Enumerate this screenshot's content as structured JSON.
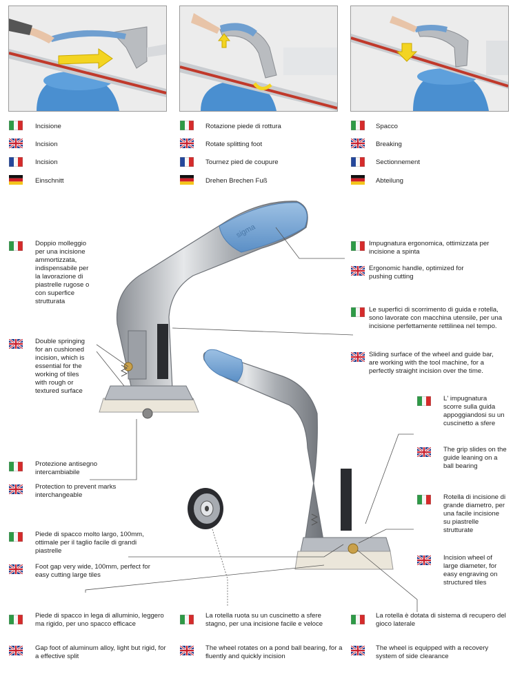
{
  "steps": [
    {
      "image_icon": "scoring-step-photo",
      "labels": {
        "it": "Incisione",
        "en": "Incision",
        "fr": "Incision",
        "de": "Einschnitt"
      }
    },
    {
      "image_icon": "rotate-foot-step-photo",
      "labels": {
        "it": "Rotazione piede di rottura",
        "en": "Rotate splitting foot",
        "fr": "Tournez pied de coupure",
        "de": "Drehen Brechen Fuß"
      }
    },
    {
      "image_icon": "breaking-step-photo",
      "labels": {
        "it": "Spacco",
        "en": "Breaking",
        "fr": "Sectionnement",
        "de": "Abteilung"
      }
    }
  ],
  "features": {
    "double_spring": {
      "it": "Doppio molleggio per una incisione ammortizzata, indispensabile per la lavorazione di piastrelle rugose o con superfice strutturata",
      "en": "Double springing for an cushioned incision, which is essential for the working of tiles with rough or textured surface"
    },
    "protection": {
      "it": "Protezione antisegno intercambiabile",
      "en": "Protection to prevent marks interchangeable"
    },
    "wide_foot": {
      "it": "Piede di spacco molto largo, 100mm, ottimale per il taglio facile di grandi piastrelle",
      "en": "Foot gap very wide, 100mm, perfect for easy cutting large tiles"
    },
    "handle": {
      "it": "Impugnatura ergonomica, ottimizzata per incisione a spinta",
      "en": "Ergonomic handle, optimized for pushing cutting"
    },
    "sliding": {
      "it": "Le superfici di scorrimento di guida e rotella, sono lavorate con macchina utensile, per una incisione perfettamente rettilinea nel tempo.",
      "en": "Sliding surface of the wheel and guide bar, are working with the tool machine, for a perfectly straight incision over the time."
    },
    "grip": {
      "it": "L' impugnatura scorre sulla guida appoggiandosi su un cuscinetto a sfere",
      "en": "The grip slides on the guide leaning on a ball bearing"
    },
    "wheel": {
      "it": "Rotella di incisione di grande diametro, per una facile incisione su piastrelle strutturate",
      "en": "Incision wheel of large diameter, for easy engraving on structured tiles"
    },
    "alu_foot": {
      "it": "Piede di spacco in lega di alluminio, leggero ma rigido, per uno spacco efficace",
      "en": "Gap foot of aluminum alloy, light but rigid, for a effective split"
    },
    "bearing": {
      "it": "La rotella ruota su un cuscinetto a sfere stagno, per una incisione facile e veloce",
      "en": "The wheel rotates on a pond ball bearing, for a fluently and quickly incision"
    },
    "recovery": {
      "it": "La rotella è dotata di sistema di recupero del gioco laterale",
      "en": "The wheel is equipped with a recovery system of side clearance"
    }
  },
  "product": {
    "handle_brand": "sigma"
  },
  "flags": {
    "it": "italy-flag-icon",
    "en": "uk-flag-icon",
    "fr": "france-flag-icon",
    "de": "germany-flag-icon"
  },
  "colors": {
    "handle_blue": "#6f9fd0",
    "base_blue": "#4a8fd0",
    "arrow_yellow": "#f3d422",
    "steel": "#b9bcc0"
  }
}
